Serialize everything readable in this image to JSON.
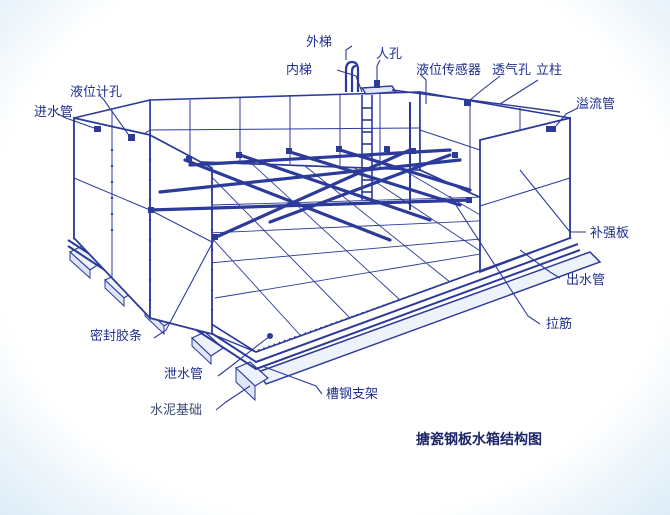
{
  "labels": {
    "outer_ladder": "外梯",
    "manhole": "人孔",
    "inner_ladder": "内梯",
    "level_sensor": "液位传感器",
    "vent_hole": "透气孔",
    "column": "立柱",
    "level_meter_hole": "液位计孔",
    "inlet_pipe": "进水管",
    "overflow_pipe": "溢流管",
    "reinforcing_plate": "补强板",
    "outlet_pipe": "出水管",
    "tie_rod": "拉筋",
    "sealing_strip": "密封胶条",
    "drain_pipe": "泄水管",
    "channel_steel_support": "槽钢支架",
    "cement_foundation": "水泥基础"
  },
  "caption": "搪瓷钢板水箱结构图",
  "colors": {
    "line": "#2c3a9a",
    "label": "#1f2f8f",
    "background": "#ffffff",
    "border": "#c9e3f2"
  }
}
